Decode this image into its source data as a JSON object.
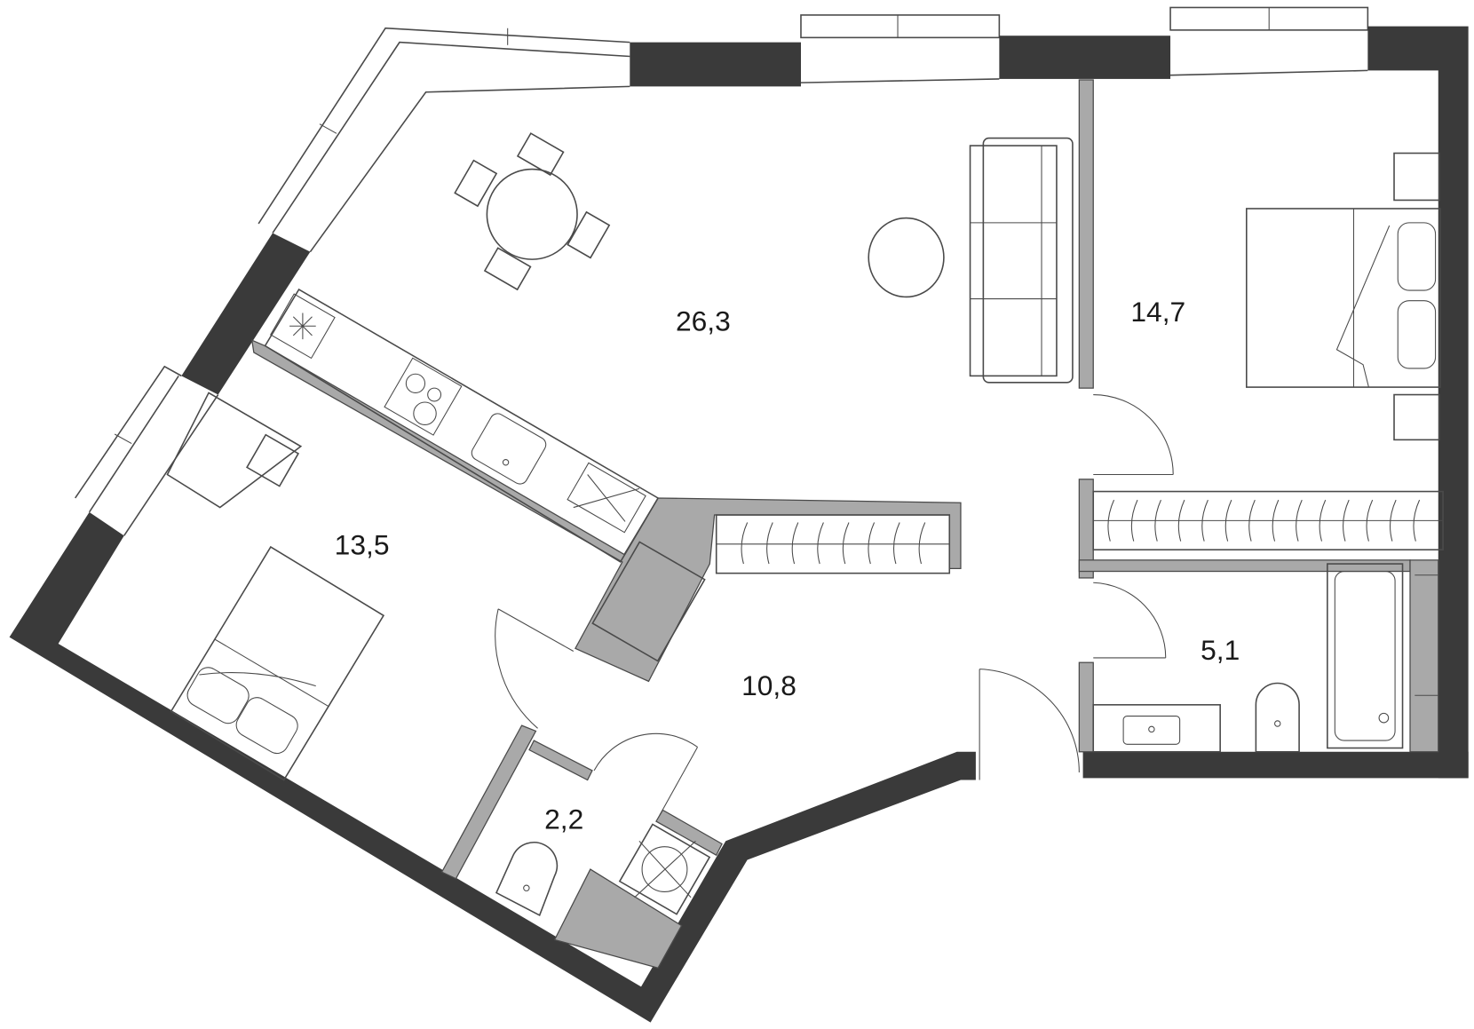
{
  "plan": {
    "rooms": [
      {
        "id": "living-kitchen",
        "area": "26,3"
      },
      {
        "id": "bedroom-1",
        "area": "14,7"
      },
      {
        "id": "bedroom-2",
        "area": "13,5"
      },
      {
        "id": "hallway",
        "area": "10,8"
      },
      {
        "id": "bathroom",
        "area": "5,1"
      },
      {
        "id": "wc",
        "area": "2,2"
      }
    ],
    "colors": {
      "exterior_wall": "#3a3a3a",
      "partition": "#a9a9a9",
      "line": "#4a4a4a"
    }
  }
}
